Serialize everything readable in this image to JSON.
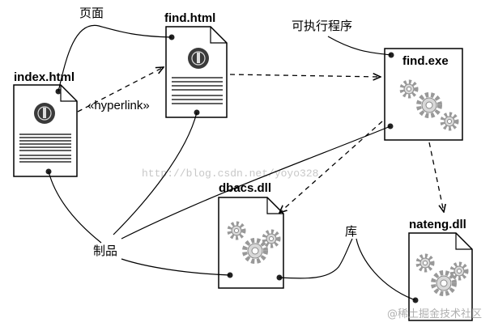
{
  "files": {
    "index": "index.html",
    "find_html": "find.html",
    "find_exe": "find.exe",
    "dbacs": "dbacs.dll",
    "nateng": "nateng.dll"
  },
  "labels": {
    "page": "页面",
    "hyperlink": "«hyperlink»",
    "executable": "可执行程序",
    "artifact": "制品",
    "library": "库"
  },
  "watermark": {
    "url": "http://blog.csdn.net/yoyo328",
    "site": "@稀土掘金技术社区"
  },
  "colors": {
    "stroke": "#000000",
    "gear": "#9a9a9a",
    "seal": "#3a3a3a",
    "watermark": "#c8c8c8"
  }
}
